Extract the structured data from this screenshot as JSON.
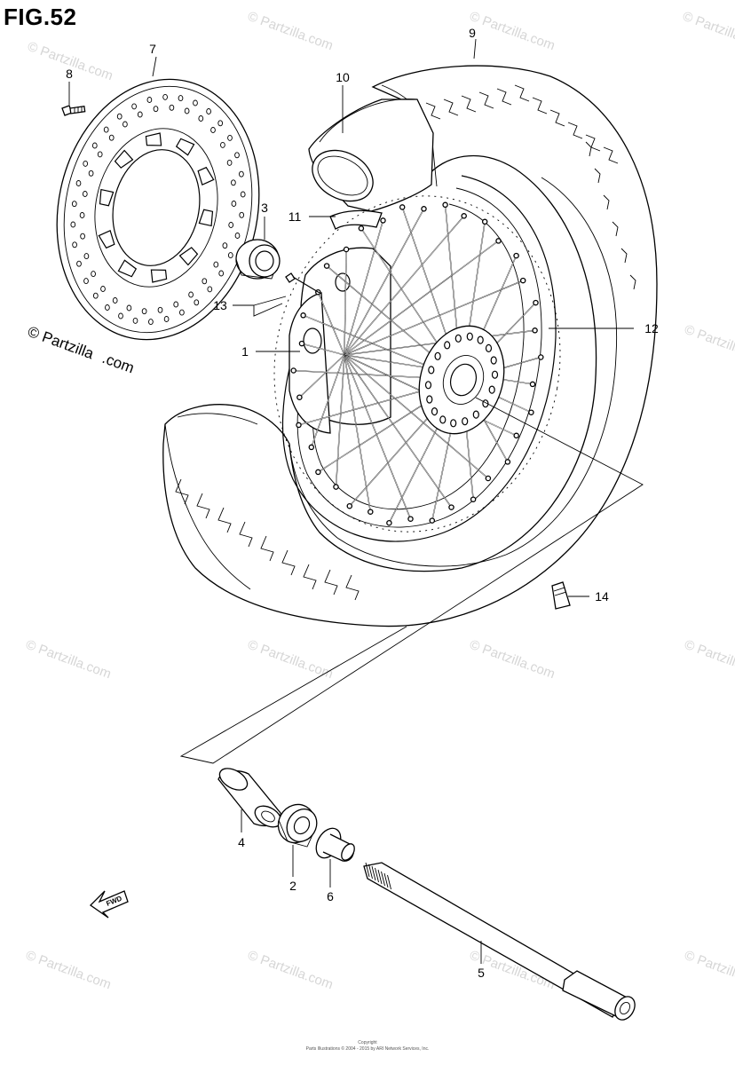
{
  "figure": {
    "title": "FIG.52"
  },
  "callouts": [
    {
      "id": "c1",
      "label": "1"
    },
    {
      "id": "c2",
      "label": "2"
    },
    {
      "id": "c3",
      "label": "3"
    },
    {
      "id": "c4",
      "label": "4"
    },
    {
      "id": "c5",
      "label": "5"
    },
    {
      "id": "c6",
      "label": "6"
    },
    {
      "id": "c7",
      "label": "7"
    },
    {
      "id": "c8",
      "label": "8"
    },
    {
      "id": "c9",
      "label": "9"
    },
    {
      "id": "c10",
      "label": "10"
    },
    {
      "id": "c11",
      "label": "11"
    },
    {
      "id": "c12",
      "label": "12"
    },
    {
      "id": "c13",
      "label": "13"
    },
    {
      "id": "c14",
      "label": "14"
    }
  ],
  "watermark": {
    "main_line1": "© Partzilla",
    "main_line2": ".com",
    "tile_text": "© Partzilla.com"
  },
  "icons": {
    "forward_arrow": "fwd-arrow-icon",
    "forward_label": "FWD"
  },
  "footer": {
    "line1": "Copyright",
    "line2": "Parts Illustrations © 2004 - 2015 by ARI Network Services, Inc."
  }
}
